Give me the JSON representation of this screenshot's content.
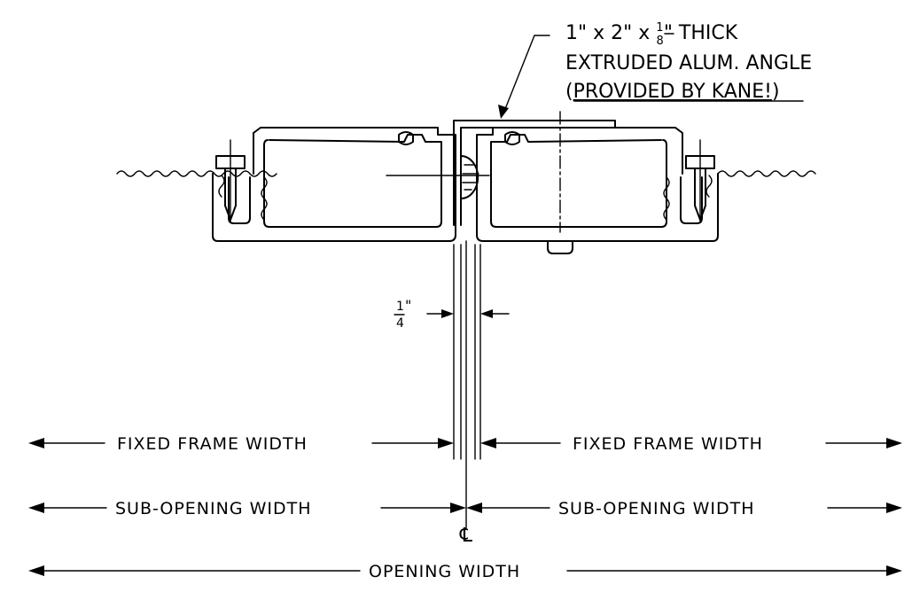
{
  "callout": {
    "line1_prefix": "1\" x 2\" x ",
    "line1_frac_num": "1",
    "line1_frac_den": "8",
    "line1_suffix": "\" THICK",
    "line2": "EXTRUDED ALUM. ANGLE",
    "line3_open": "(",
    "line3_underlined": "PROVIDED BY KANE!",
    "line3_close": ")"
  },
  "gap_dimension": {
    "num": "1",
    "den": "4",
    "unit": "\""
  },
  "dimensions": {
    "fixed_frame_left": "FIXED FRAME WIDTH",
    "fixed_frame_right": "FIXED FRAME WIDTH",
    "sub_opening_left": "SUB-OPENING WIDTH",
    "sub_opening_right": "SUB-OPENING WIDTH",
    "centerline_symbol": "℄",
    "opening": "OPENING WIDTH"
  }
}
